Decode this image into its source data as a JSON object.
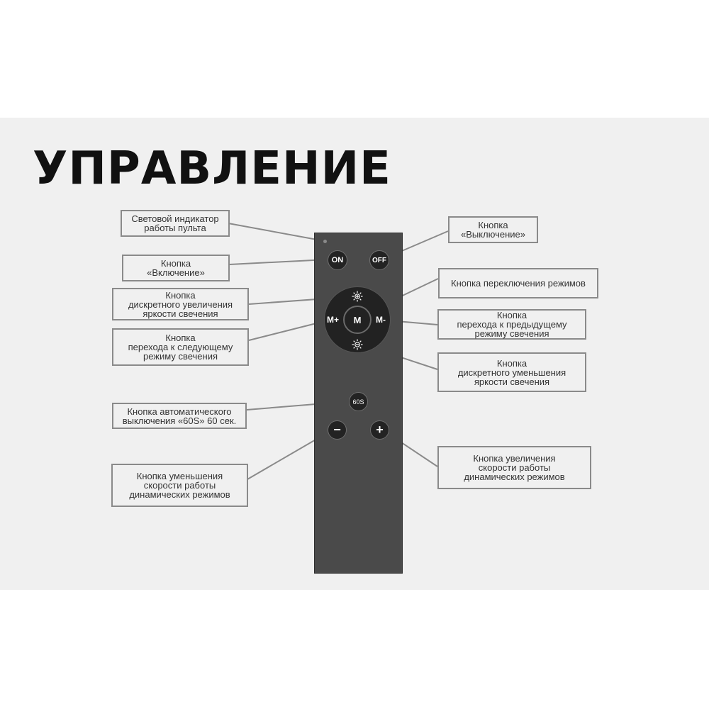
{
  "title": "УПРАВЛЕНИЕ",
  "callouts": {
    "indicator": [
      "Световой индикатор",
      "работы пульта"
    ],
    "off": [
      "Кнопка",
      "«Выключение»"
    ],
    "on": [
      "Кнопка",
      "«Включение»"
    ],
    "mode_switch": [
      "Кнопка переключения режимов"
    ],
    "bright_up": [
      "Кнопка",
      "дискретного увеличения",
      "яркости свечения"
    ],
    "prev_mode": [
      "Кнопка",
      "перехода к предыдущему",
      "режиму свечения"
    ],
    "next_mode": [
      "Кнопка",
      "перехода к следующему",
      "режиму свечения"
    ],
    "bright_down": [
      "Кнопка",
      "дискретного уменьшения",
      "яркости свечения"
    ],
    "auto_off": [
      "Кнопка автоматического",
      "выключения «60S» 60 сек."
    ],
    "speed_down": [
      "Кнопка уменьшения",
      "скорости работы",
      "динамических режимов"
    ],
    "speed_up": [
      "Кнопка увеличения",
      "скорости работы",
      "динамических режимов"
    ]
  },
  "remote": {
    "on_label": "ON",
    "off_label": "OFF",
    "m_label": "M",
    "mplus_label": "M+",
    "mminus_label": "M-",
    "timer_label": "60S",
    "minus_label": "−",
    "plus_label": "+"
  },
  "colors": {
    "remote_body": "#4a4a4a",
    "button": "#232323",
    "callout_border": "#8a8a8a",
    "panel": "#f0f0f0"
  }
}
